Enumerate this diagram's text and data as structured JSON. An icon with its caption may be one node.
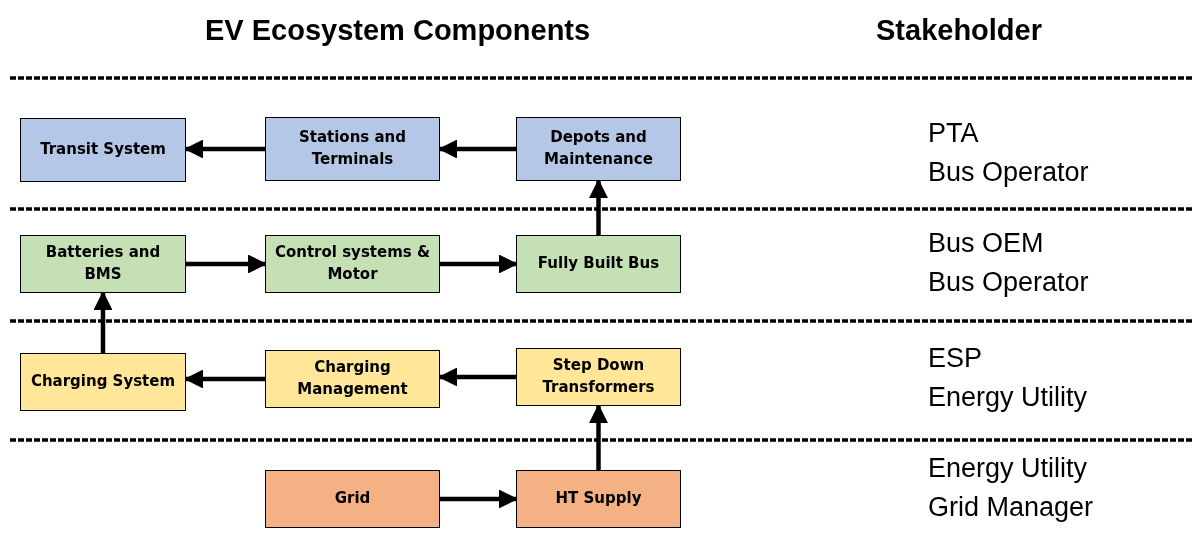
{
  "diagram": {
    "title": "EV Ecosystem Components",
    "nodes": [
      {
        "text": [
          "Transit System"
        ]
      },
      {
        "text": [
          "Stations and Terminals"
        ]
      },
      {
        "text": [
          "Depots and Maintenance"
        ]
      },
      {
        "text": [
          "Batteries and BMS"
        ]
      },
      {
        "text": [
          "Control systems & Motor"
        ]
      },
      {
        "text": [
          "Fully Built Bus"
        ]
      },
      {
        "text": [
          "Charging System"
        ]
      },
      {
        "text": [
          "Charging Management"
        ]
      },
      {
        "text": [
          "Step Down Transformers"
        ]
      },
      {
        "text": [
          "Grid"
        ]
      },
      {
        "text": [
          "HT Supply"
        ]
      }
    ],
    "edges": [
      {
        "from": 1,
        "to": 0,
        "arrow": "to"
      },
      {
        "from": 2,
        "to": 1,
        "arrow": "to"
      },
      {
        "from": 3,
        "to": 4,
        "arrow": "to"
      },
      {
        "from": 4,
        "to": 5,
        "arrow": "to"
      },
      {
        "from": 5,
        "to": 2,
        "arrow": "to"
      },
      {
        "from": 6,
        "to": 3,
        "arrow": "to"
      },
      {
        "from": 7,
        "to": 6,
        "arrow": "to"
      },
      {
        "from": 8,
        "to": 7,
        "arrow": "to"
      },
      {
        "from": 9,
        "to": 10,
        "arrow": "to"
      },
      {
        "from": 10,
        "to": 8,
        "arrow": "to"
      }
    ],
    "labels": [
      "Stakeholder",
      "PTA",
      "Bus Operator",
      "Bus OEM",
      "Bus Operator",
      "ESP",
      "Energy Utility",
      "Energy Utility",
      "Grid Manager"
    ]
  }
}
